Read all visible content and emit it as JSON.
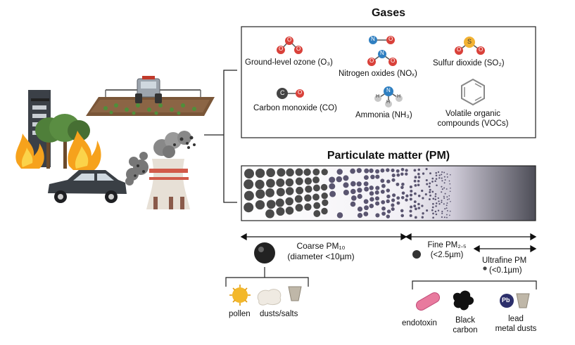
{
  "gases": {
    "title": "Gases",
    "items": [
      {
        "label": "Ground-level ozone (O₃)"
      },
      {
        "label": "Nitrogen oxides (NOₓ)"
      },
      {
        "label": "Sulfur dioxide (SO₂)"
      },
      {
        "label": "Carbon monoxide (CO)"
      },
      {
        "label": "Ammonia (NH₃)"
      },
      {
        "label_line1": "Volatile organic",
        "label_line2": "compounds (VOCs)"
      }
    ],
    "atoms": {
      "oxygen": "O",
      "nitrogen": "N",
      "sulfur": "S",
      "carbon": "C",
      "hydrogen": "H"
    }
  },
  "pm": {
    "title": "Particulate matter (PM)",
    "coarse": {
      "line1": "Coarse PM₁₀",
      "line2": "(diameter <10µm)"
    },
    "fine": {
      "line1": "Fine PM₂.₅",
      "line2": "(<2.5µm)"
    },
    "ultrafine": {
      "line1": "Ultrafine PM",
      "line2": "(<0.1µm)"
    },
    "coarse_examples": [
      "pollen",
      "dusts/salts"
    ],
    "fine_examples": {
      "endotoxin": "endotoxin",
      "black_carbon_1": "Black",
      "black_carbon_2": "carbon",
      "lead_1": "lead",
      "lead_2": "metal dusts",
      "lead_symbol": "Pb"
    }
  },
  "colors": {
    "oxygen": "#d9413a",
    "nitrogen": "#2f7fc1",
    "sulfur": "#f2b233",
    "carbon": "#444444",
    "hydrogen": "#c8c8c8",
    "bar_dark": "#555561",
    "bar_light": "#e0dde8",
    "fire": "#f6a21c"
  }
}
